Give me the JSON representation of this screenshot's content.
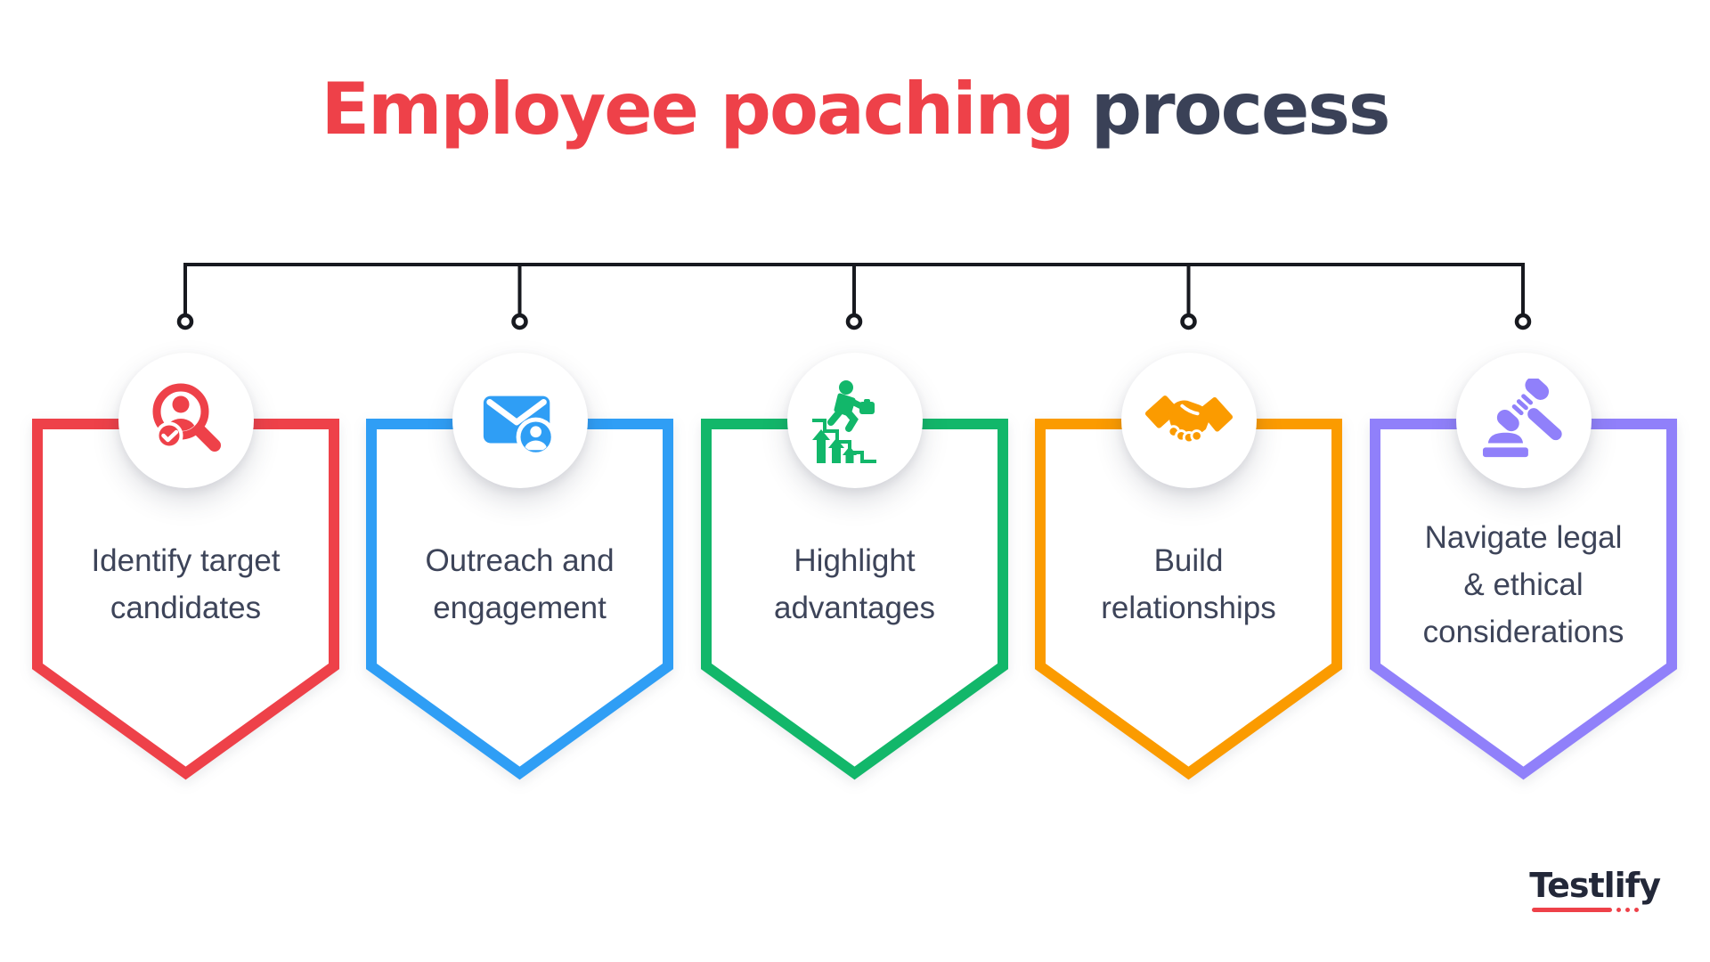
{
  "title": {
    "highlight": "Employee poaching",
    "rest": "process",
    "highlight_color": "#ee4149",
    "rest_color": "#3a4157"
  },
  "connector": {
    "color": "#17191f"
  },
  "steps": [
    {
      "label": "Identify target candidates",
      "lines": [
        "Identify target",
        "candidates"
      ],
      "color": "#ee4149",
      "icon": "candidate-search-icon"
    },
    {
      "label": "Outreach and engagement",
      "lines": [
        "Outreach and",
        "engagement"
      ],
      "color": "#2f9ef5",
      "icon": "mail-contact-icon"
    },
    {
      "label": "Highlight advantages",
      "lines": [
        "Highlight",
        "advantages"
      ],
      "color": "#12b76a",
      "icon": "career-growth-icon"
    },
    {
      "label": "Build relationships",
      "lines": [
        "Build",
        "relationships"
      ],
      "color": "#fb9b00",
      "icon": "handshake-icon"
    },
    {
      "label": "Navigate legal & ethical considerations",
      "lines": [
        "Navigate legal",
        "& ethical",
        "considerations"
      ],
      "color": "#9080fa",
      "icon": "gavel-icon"
    }
  ],
  "text_color": "#3d4459",
  "logo": {
    "text": "Testlify",
    "color": "#232839",
    "accent": "#ee4149"
  }
}
